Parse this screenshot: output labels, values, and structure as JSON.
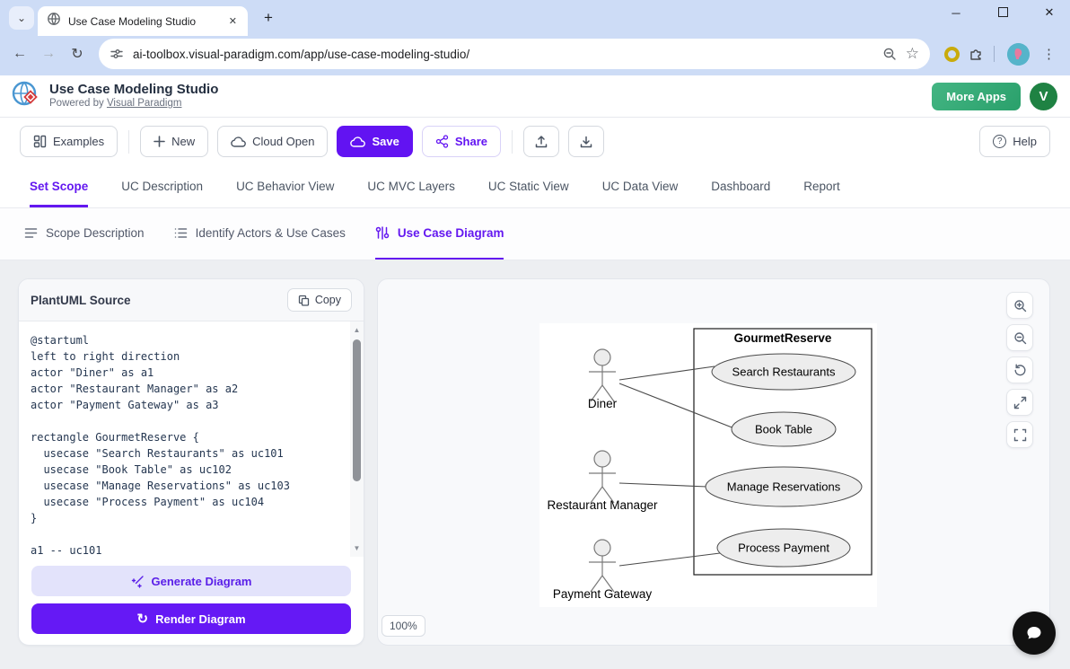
{
  "browser": {
    "tab_title": "Use Case Modeling Studio",
    "url": "ai-toolbox.visual-paradigm.com/app/use-case-modeling-studio/"
  },
  "icons": {
    "tab_search_chevron": "⌄",
    "tab_close": "✕",
    "new_tab": "+",
    "minimize": "─",
    "close_window": "✕",
    "back": "←",
    "forward": "→",
    "reload": "↻",
    "star": "☆",
    "kebab": "⋮",
    "question": "?",
    "sync": "↻",
    "scroll_up": "▲",
    "scroll_down": "▼"
  },
  "app_header": {
    "title": "Use Case Modeling Studio",
    "powered_by": "Powered by",
    "powered_by_link": "Visual Paradigm",
    "more_apps": "More Apps",
    "avatar_initial": "V"
  },
  "toolbar": {
    "examples": "Examples",
    "new": "New",
    "cloud_open": "Cloud Open",
    "save": "Save",
    "share": "Share",
    "help": "Help"
  },
  "main_tabs": {
    "items": [
      {
        "label": "Set Scope"
      },
      {
        "label": "UC Description"
      },
      {
        "label": "UC Behavior View"
      },
      {
        "label": "UC MVC Layers"
      },
      {
        "label": "UC Static View"
      },
      {
        "label": "UC Data View"
      },
      {
        "label": "Dashboard"
      },
      {
        "label": "Report"
      }
    ]
  },
  "sub_tabs": {
    "items": [
      {
        "label": "Scope Description"
      },
      {
        "label": "Identify Actors & Use Cases"
      },
      {
        "label": "Use Case Diagram"
      }
    ]
  },
  "source_panel": {
    "title": "PlantUML Source",
    "copy": "Copy",
    "code": "@startuml\nleft to right direction\nactor \"Diner\" as a1\nactor \"Restaurant Manager\" as a2\nactor \"Payment Gateway\" as a3\n\nrectangle GourmetReserve {\n  usecase \"Search Restaurants\" as uc101\n  usecase \"Book Table\" as uc102\n  usecase \"Manage Reservations\" as uc103\n  usecase \"Process Payment\" as uc104\n}\n\na1 -- uc101",
    "generate": "Generate Diagram",
    "render": "Render Diagram"
  },
  "canvas": {
    "zoom_badge": "100%",
    "diagram": {
      "system_label": "GourmetReserve",
      "actors": [
        {
          "label": "Diner"
        },
        {
          "label": "Restaurant Manager"
        },
        {
          "label": "Payment Gateway"
        }
      ],
      "use_cases": [
        {
          "label": "Search Restaurants"
        },
        {
          "label": "Book Table"
        },
        {
          "label": "Manage Reservations"
        },
        {
          "label": "Process Payment"
        }
      ]
    }
  },
  "colors": {
    "accent_purple": "#6418f0",
    "brand_green": "#2aa06b",
    "chrome_blue": "#cddcf6",
    "diagram_fill": "#ededed"
  }
}
